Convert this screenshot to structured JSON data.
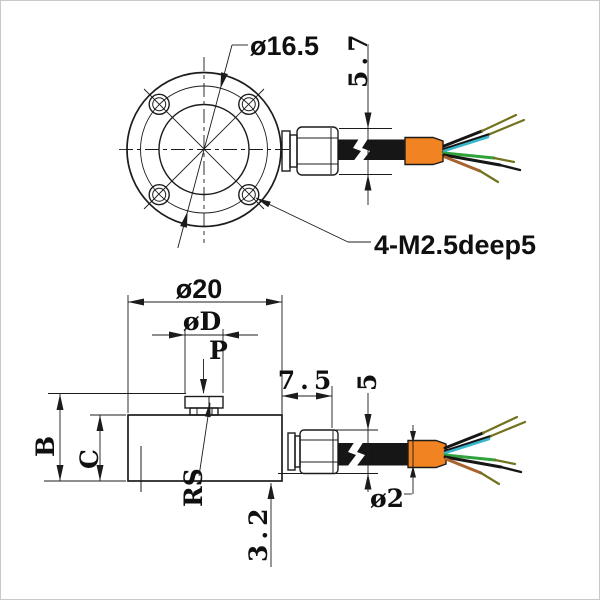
{
  "title": "load-cell-dimension-drawing",
  "top_view": {
    "labels": {
      "bolt_circle_dia": "ø16.5",
      "connector_width": "5.7",
      "holes_spec": "4-M2.5deep5"
    }
  },
  "side_view": {
    "labels": {
      "outer_dia": "ø20",
      "button_dia": "øD",
      "load_point": "P",
      "height_b": "B",
      "height_c": "C",
      "thread": "RS",
      "connector_length": "7.5",
      "connector_dia": "5",
      "cable_dia": "ø2",
      "base_offset": "3.2"
    }
  },
  "colors": {
    "line": "#1c1c1c",
    "sleeve": "#f28322",
    "wire-black": "#161616",
    "wire-cyan": "#38b6cb",
    "wire-green": "#2fa23c",
    "wire-brown": "#a8622e",
    "wire-tip": "#72731f"
  }
}
